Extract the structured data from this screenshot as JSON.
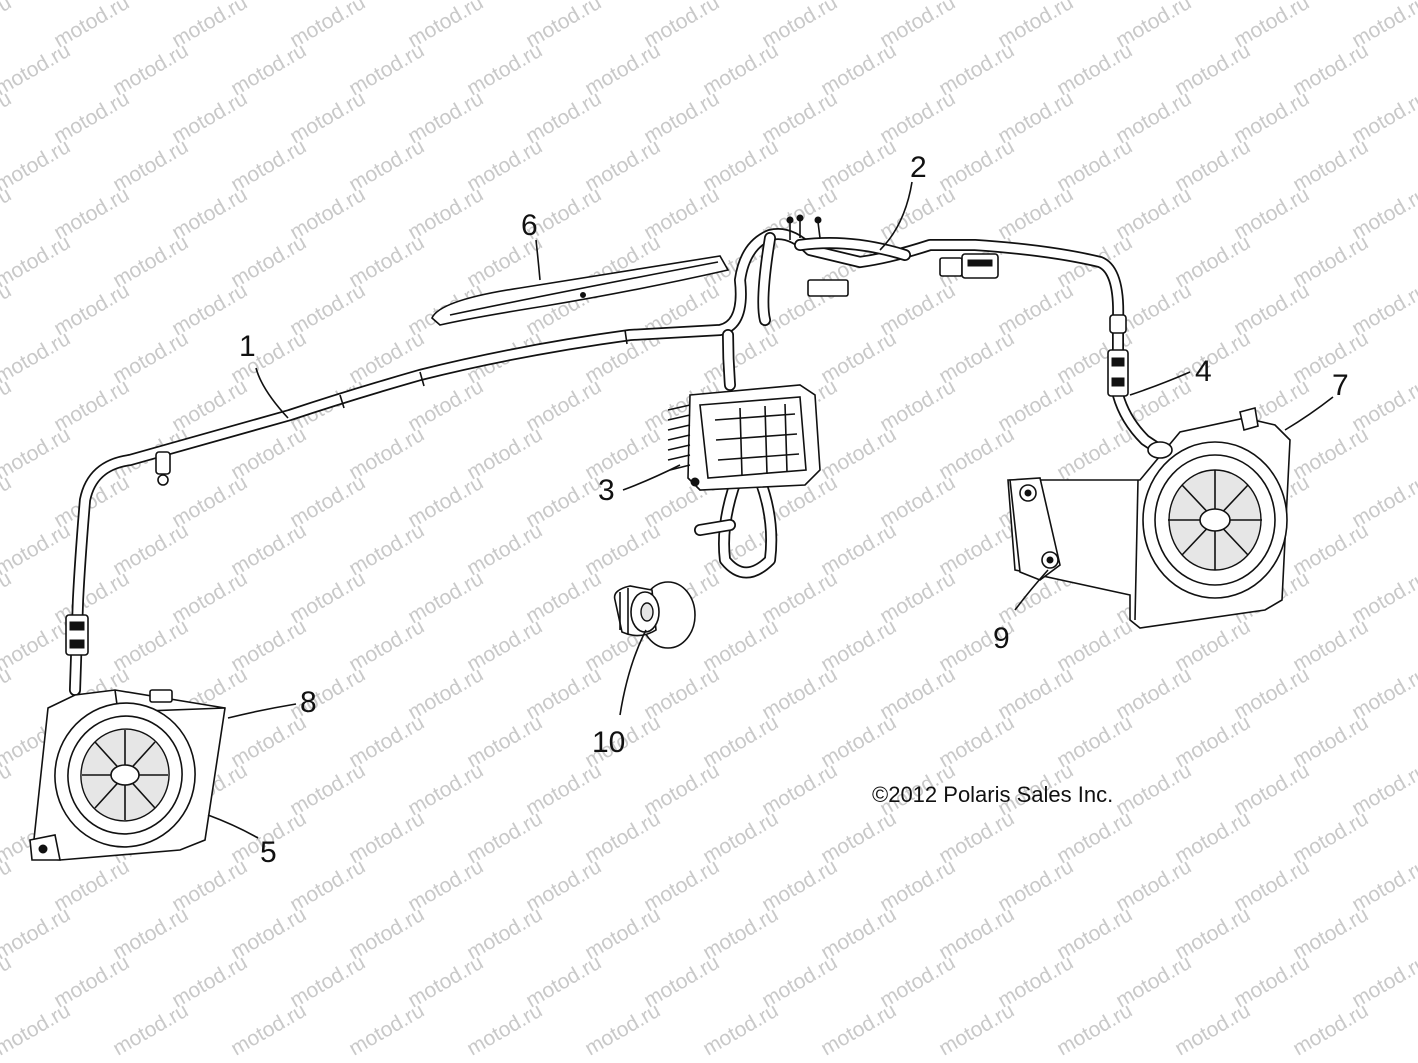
{
  "watermark": {
    "text": "motod.ru"
  },
  "callouts": [
    {
      "id": "1",
      "label": "1"
    },
    {
      "id": "2",
      "label": "2"
    },
    {
      "id": "3",
      "label": "3"
    },
    {
      "id": "4",
      "label": "4"
    },
    {
      "id": "5",
      "label": "5"
    },
    {
      "id": "6",
      "label": "6"
    },
    {
      "id": "7",
      "label": "7"
    },
    {
      "id": "8",
      "label": "8"
    },
    {
      "id": "9",
      "label": "9"
    },
    {
      "id": "10",
      "label": "10"
    }
  ],
  "copyright": "©2012 Polaris Sales Inc."
}
